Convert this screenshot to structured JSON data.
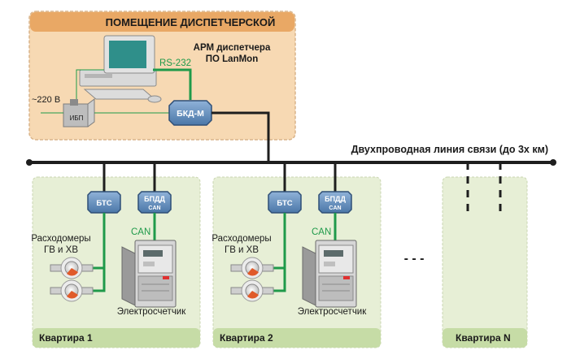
{
  "dispatch_room": {
    "title": "ПОМЕЩЕНИЕ ДИСПЕТЧЕРСКОЙ",
    "arm_line1": "АРМ диспетчера",
    "arm_line2": "ПО LanMon",
    "rs232": "RS-232",
    "power": "~220 В",
    "ups": "ИБП",
    "bkd": "БКД-М"
  },
  "bus_label": "Двухпроводная линия связи (до 3х км)",
  "apartments": [
    {
      "name": "Квартира 1",
      "bts": "БТС",
      "bpdd": "БПДД",
      "bpdd_sub": "CAN",
      "can": "CAN",
      "flow_line1": "Расходомеры",
      "flow_line2": "ГВ и ХВ",
      "meter": "Электросчетчик"
    },
    {
      "name": "Квартира 2",
      "bts": "БТС",
      "bpdd": "БПДД",
      "bpdd_sub": "CAN",
      "can": "CAN",
      "flow_line1": "Расходомеры",
      "flow_line2": "ГВ и ХВ",
      "meter": "Электросчетчик"
    },
    {
      "name": "Квартира N"
    }
  ],
  "ellipsis": "- - -",
  "colors": {
    "dispatch_bg": "#f7d9b3",
    "dispatch_header": "#e9a865",
    "apartment_bg": "#e7efd6",
    "apartment_footer": "#c6dca6",
    "device_blue": "#5b85b5",
    "green_wire": "#1f9a4a",
    "bus": "#1e1e1e"
  }
}
